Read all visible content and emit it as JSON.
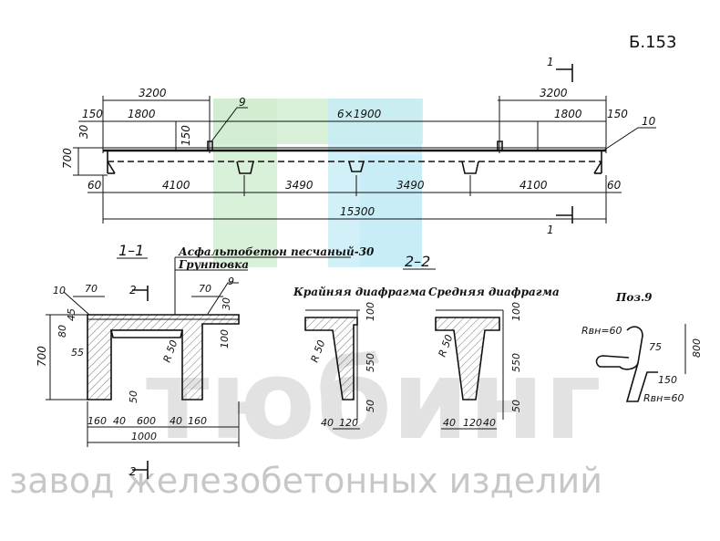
{
  "sheet_code": "Б.153",
  "elevation": {
    "section_mark": "1",
    "dims_top": {
      "left_3200": "3200",
      "right_3200": "3200",
      "left_150": "150",
      "left_1800": "1800",
      "middle_span": "6×1900",
      "right_1800": "1800",
      "right_150": "150"
    },
    "dims_left": {
      "d700": "700",
      "d30": "30",
      "d150": "150"
    },
    "dims_bottom": {
      "left_60": "60",
      "left_4100": "4100",
      "mid_3490_a": "3490",
      "mid_3490_b": "3490",
      "right_4100": "4100",
      "right_60": "60",
      "overall": "15300"
    },
    "callouts": {
      "p9": "9",
      "p10": "10"
    }
  },
  "section_1_1": {
    "label": "1–1",
    "layer_1": "Асфальтобетон песчаный-30",
    "layer_2": "Грунтовка",
    "section_mark": "2",
    "callouts": {
      "p10": "10",
      "p9": "9"
    },
    "dims": {
      "d70_left": "70",
      "d70_right": "70",
      "d30": "30",
      "d80": "80",
      "d45": "45",
      "d55": "55",
      "d700": "700",
      "d100": "100",
      "r50": "R 50",
      "d50": "50",
      "b160a": "160",
      "b40a": "40",
      "b600": "600",
      "b40b": "40",
      "b160b": "160",
      "b1000": "1000"
    }
  },
  "section_2_2": {
    "label": "2–2",
    "edge_diaphragm": "Крайняя диафрагма",
    "middle_diaphragm": "Средняя диафрагма",
    "edge_dims": {
      "d100": "100",
      "d550": "550",
      "d50": "50",
      "r50": "R 50",
      "b40": "40",
      "b120": "120"
    },
    "middle_dims": {
      "d100": "100",
      "d550": "550",
      "d50": "50",
      "r50": "R 50",
      "b40a": "40",
      "b120": "120",
      "b40b": "40"
    }
  },
  "pos9": {
    "label": "Поз.9",
    "r_top": "Rвн=60",
    "r_bottom": "Rвн=60",
    "d75": "75",
    "d150": "150",
    "d800": "800"
  },
  "watermark": {
    "brand": "тюбинг",
    "tagline": "завод железобетонных изделий"
  }
}
